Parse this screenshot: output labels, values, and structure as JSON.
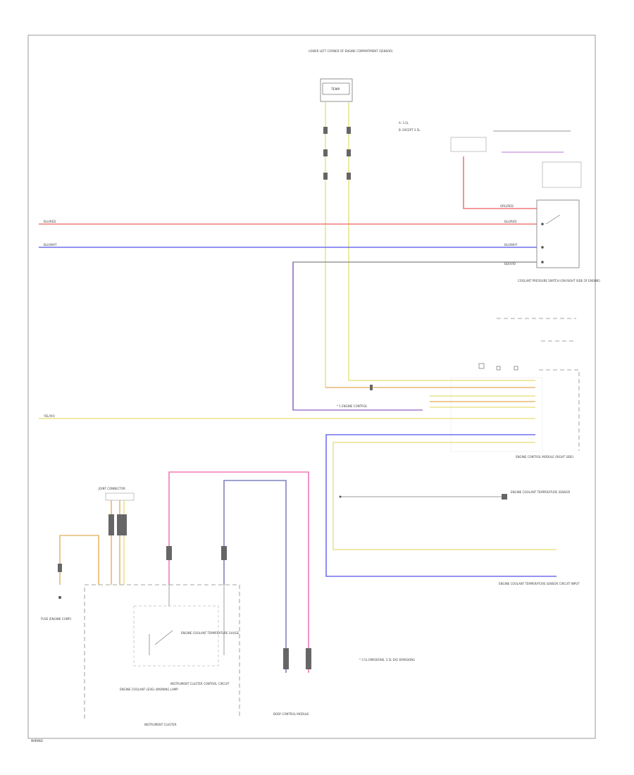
{
  "footer": {
    "code": "WIRING"
  },
  "colors": {
    "red": "#f07a7a",
    "blue": "#6f6fee",
    "yellow": "#e8e48a",
    "purple": "#a07ad0",
    "pink": "#f07ab8",
    "orange": "#e8b870",
    "gray": "#888888"
  },
  "wire_labels": {
    "left_red": "BLU/RED",
    "left_blue": "BLU/WHT",
    "left_yellow": "YEL/VIO",
    "right_red": "BLU/RED",
    "right_blue": "BLU/WHT",
    "right_black": "BLK/VIO",
    "orange_top": "ORG/RED"
  },
  "components": {
    "top_sensor": "LOWER LEFT CORNER OF ENGINE COMPARTMENT (SENSOR)",
    "top_sensor_inner": "TEMP",
    "switch_right": "COOLANT PRESSURE SWITCH (ON RIGHT SIDE OF ENGINE)",
    "ecm": "ENGINE CONTROL MODULE (RIGHT SIDE)",
    "data_link": "ENGINE COOLANT TEMPERATURE SENSOR",
    "cluster": "INSTRUMENT CLUSTER",
    "cluster_gauge": "ENGINE COOLANT TEMPERATURE GAUGE",
    "cluster_lamp": "ENGINE COOLANT LEVEL WARNING LAMP",
    "cluster_circuit": "INSTRUMENT CLUSTER CONTROL CIRCUIT",
    "fuse_left": "FUSE (ENGINE COMP)",
    "left_junction": "JOINT CONNECTOR",
    "bottom_module": "BODY CONTROL MODULE",
    "right_module": "ENGINE COOLANT TEMPERATURE SENSOR CIRCUIT INPUT"
  },
  "notes": {
    "top_right_1": "A: 3.5L",
    "top_right_2": "B: EXCEPT 3.5L",
    "bottom_note": "* 3.5L EMISSIONS, 3.5L EXC EMISSIONS"
  }
}
